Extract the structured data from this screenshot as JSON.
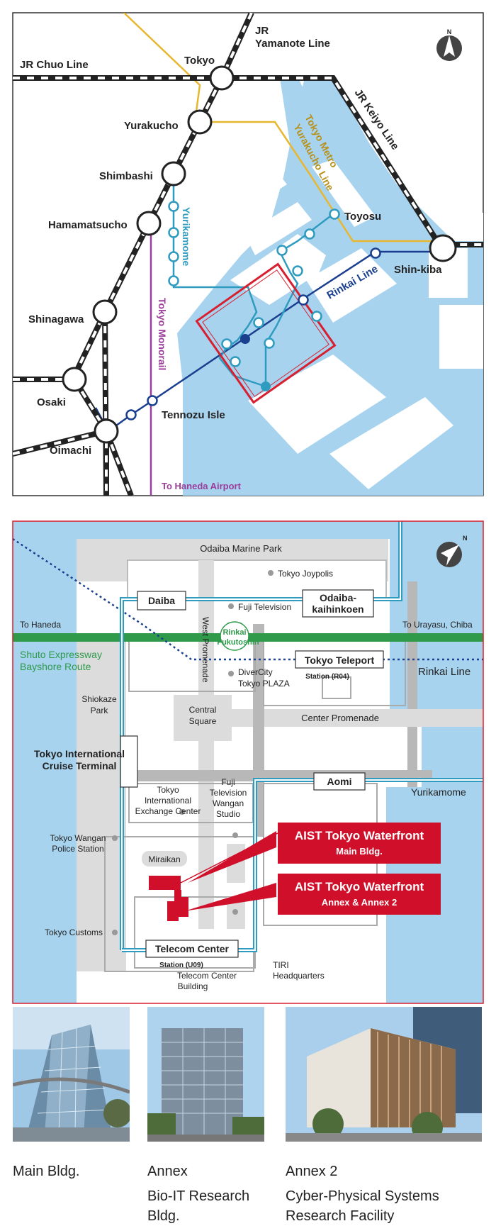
{
  "map_overview": {
    "north": "N",
    "lines": {
      "chuo": "JR Chuo Line",
      "yamanote": [
        "JR",
        "Yamanote Line"
      ],
      "keiyo": "JR Keiyo Line",
      "yurakucho": [
        "Tokyo Metro",
        "Yurakucho Line"
      ],
      "yurikamome": "Yurikamome",
      "monorail": "Tokyo Monorail",
      "rinkai": "Rinkai Line"
    },
    "stations": {
      "tokyo": "Tokyo",
      "yurakucho": "Yurakucho",
      "shimbashi": "Shimbashi",
      "hamamatsucho": "Hamamatsucho",
      "shinagawa": "Shinagawa",
      "osaki": "Osaki",
      "oimachi": "Oimachi",
      "tennozu": "Tennozu Isle",
      "toyosu": "Toyosu",
      "shinkiba": "Shin-kiba"
    },
    "to_haneda_airport": "To Haneda Airport",
    "colors": {
      "jr": "#222222",
      "yurakucho": "#e8b730",
      "yurikamome": "#2e9bbf",
      "rinkai": "#1a3f8f",
      "monorail": "#9b3d9a",
      "water": "#a7d3ef",
      "highlight": "#d81f30"
    }
  },
  "map_detail": {
    "north": "N",
    "places": {
      "marine_park": "Odaiba Marine Park",
      "joypolis": "Tokyo Joypolis",
      "fuji_tv": "Fuji Television",
      "divercity": [
        "DiverCity",
        "Tokyo PLAZA"
      ],
      "shiokaze": [
        "Shiokaze",
        "Park"
      ],
      "central_square": [
        "Central",
        "Square"
      ],
      "center_promenade": "Center Promenade",
      "west_promenade": "West Promenade",
      "exchange_center": [
        "Tokyo",
        "International",
        "Exchange Center"
      ],
      "wangan_studio": [
        "Fuji",
        "Television",
        "Wangan",
        "Studio"
      ],
      "police": [
        "Tokyo Wangan",
        "Police Station"
      ],
      "miraikan": "Miraikan",
      "customs": "Tokyo Customs",
      "telecom_bldg": [
        "Telecom Center",
        "Building"
      ],
      "tiri": [
        "TIRI",
        "Headquarters"
      ]
    },
    "stations": {
      "daiba": "Daiba",
      "odaiba": [
        "Odaiba-",
        "kaihinkoen"
      ],
      "teleport": "Tokyo Teleport",
      "teleport_code": "Station (R04)",
      "aomi": "Aomi",
      "telecom": "Telecom Center",
      "telecom_code": "Station (U09)",
      "cruise": [
        "Tokyo International",
        "Cruise Terminal"
      ],
      "rinkai_fukutoshin": [
        "Rinkai",
        "Fukutoshin"
      ]
    },
    "roads": {
      "to_haneda": "To Haneda",
      "to_urayasu": "To Urayasu, Chiba",
      "expressway": [
        "Shuto Expressway",
        "Bayshore Route"
      ],
      "rinkai_line": "Rinkai Line",
      "yurikamome": "Yurikamome"
    },
    "callouts": {
      "main_title": "AIST Tokyo Waterfront",
      "main_sub": "Main Bldg.",
      "annex_title": "AIST Tokyo Waterfront",
      "annex_sub": "Annex & Annex 2"
    },
    "colors": {
      "callout": "#d0102a",
      "expressway": "#2e9a4a",
      "road": "#dcdcdc",
      "water": "#a7d3ef"
    }
  },
  "photos": [
    {
      "icon": "main-building-photo",
      "caption": "Main Bldg.",
      "sub": ""
    },
    {
      "icon": "annex-building-photo",
      "caption": "Annex",
      "sub": [
        "Bio-IT Research",
        "Bldg."
      ]
    },
    {
      "icon": "annex2-building-photo",
      "caption": "Annex 2",
      "sub": [
        "Cyber-Physical Systems",
        "Research Facility"
      ]
    }
  ]
}
